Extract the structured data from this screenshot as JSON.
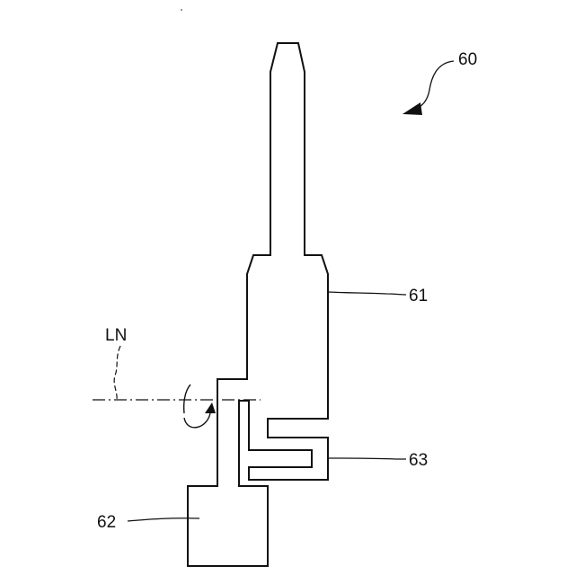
{
  "labels": {
    "assembly": "60",
    "upper_body": "61",
    "base_block": "62",
    "hook": "63",
    "axis": "LN"
  },
  "colors": {
    "line": "#111111",
    "background": "#ffffff"
  }
}
